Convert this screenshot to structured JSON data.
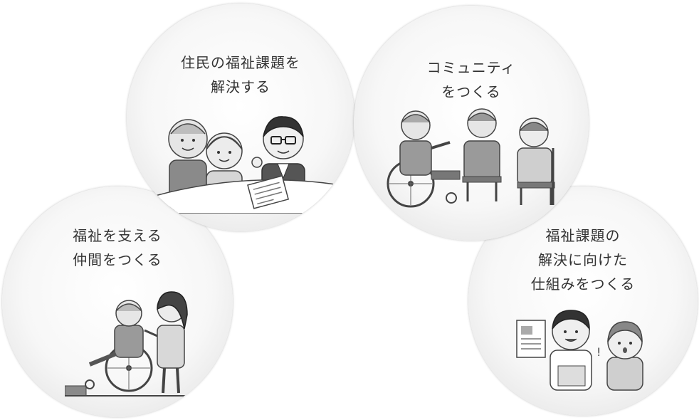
{
  "circles": {
    "residents": {
      "line1": "住民の福祉課題を",
      "line2": "解決する"
    },
    "community": {
      "line1": "コミュニティ",
      "line2": "をつくる"
    },
    "friends": {
      "line1": "福祉を支える",
      "line2": "仲間をつくる"
    },
    "system": {
      "line1": "福祉課題の",
      "line2": "解決に向けた",
      "line3": "仕組みをつくる"
    }
  },
  "colors": {
    "text": "#333333",
    "circle_edge": "#d2d2d2",
    "hair_dark": "#3a3a3a",
    "skin": "#e8e8e8"
  }
}
